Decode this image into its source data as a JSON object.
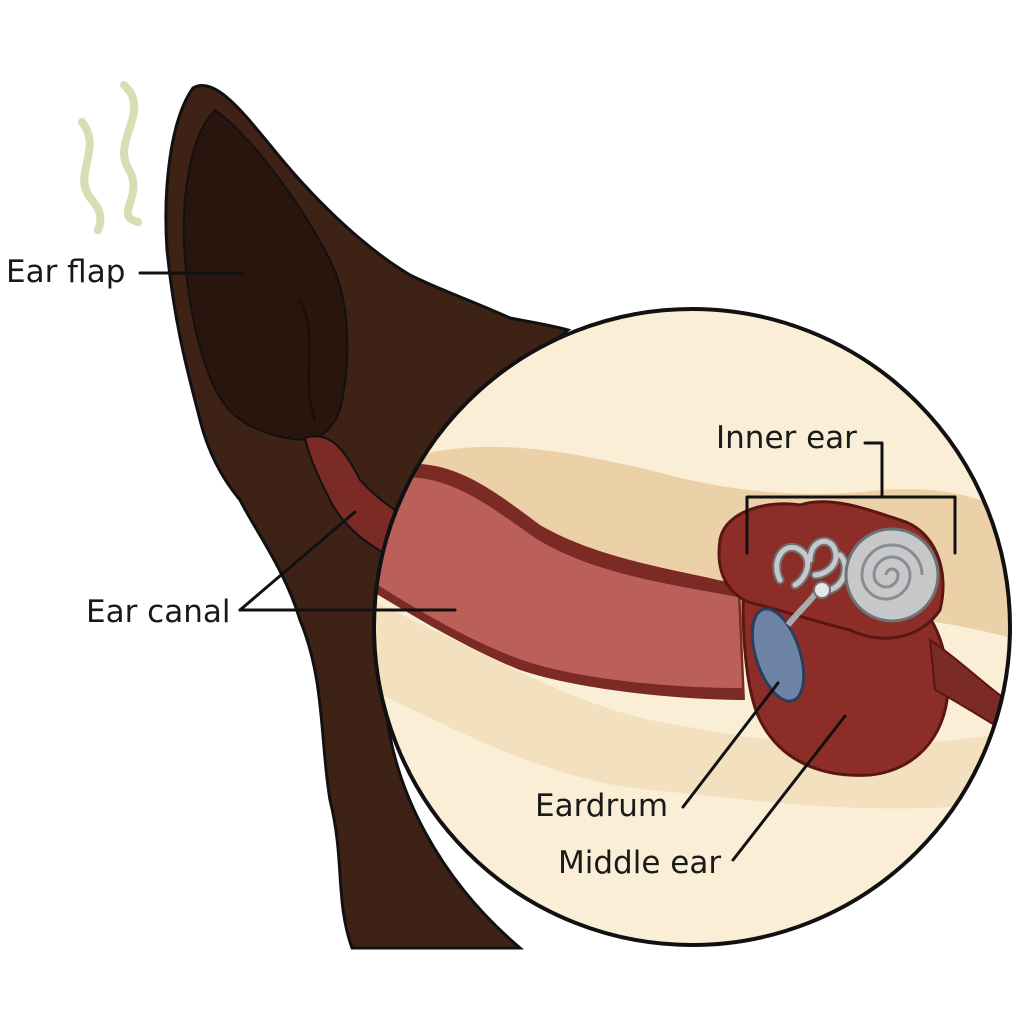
{
  "labels": {
    "ear_flap": "Ear flap",
    "ear_canal": "Ear canal",
    "inner_ear": "Inner ear",
    "eardrum": "Eardrum",
    "middle_ear": "Middle ear"
  },
  "colors": {
    "fur": "#3f2216",
    "inner_flap": "#2a150e",
    "canal_outer": "#7c2a25",
    "canal_inner": "#ba6058",
    "middle_ear": "#8c2e27",
    "tissue_light": "#faefd6",
    "tissue_band": "#ecd0a7",
    "eardrum": "#6e84a6",
    "cochlea": "#c6c8ca",
    "odor_wisps": "#d6deb4"
  },
  "icons": [
    "odor-wisps-icon",
    "cochlea-icon",
    "semicircular-canals-icon"
  ]
}
